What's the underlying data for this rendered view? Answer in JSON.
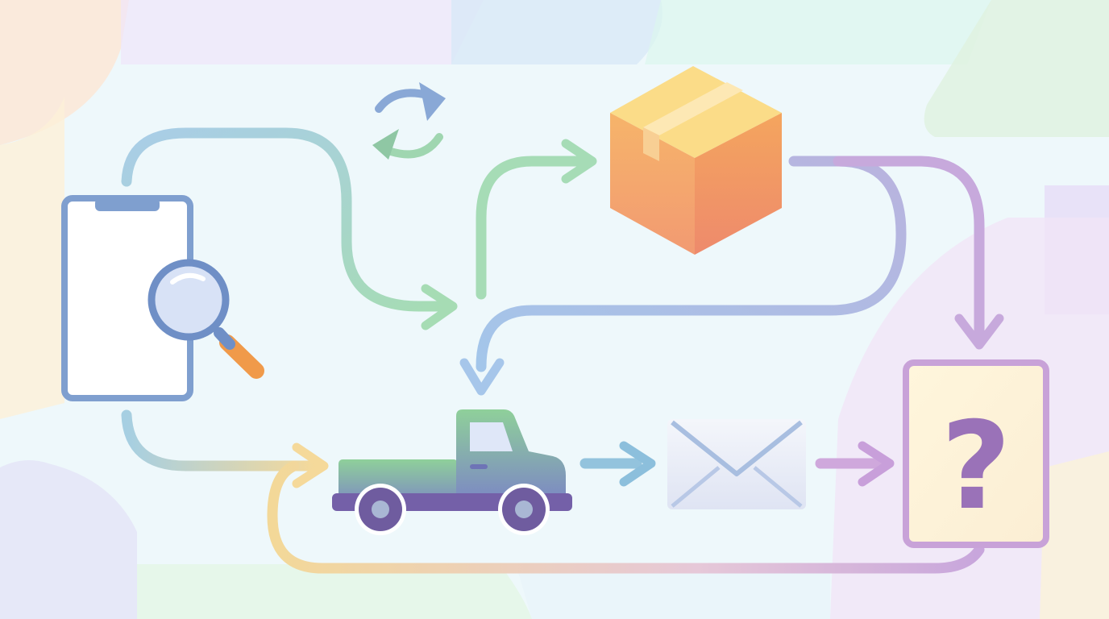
{
  "diagram": {
    "nodes": [
      {
        "id": "phone",
        "icon": "phone-search-icon",
        "kind": "phone with magnifier"
      },
      {
        "id": "box",
        "icon": "package-box-icon",
        "kind": "package"
      },
      {
        "id": "truck",
        "icon": "delivery-truck-icon",
        "kind": "truck"
      },
      {
        "id": "envelope",
        "icon": "envelope-icon",
        "kind": "mail"
      },
      {
        "id": "unknown",
        "icon": "question-card-icon",
        "kind": "question",
        "label": "?"
      },
      {
        "id": "cycle",
        "icon": "refresh-cycle-icon",
        "kind": "refresh"
      }
    ],
    "edges": [
      {
        "from": "phone",
        "to": "truck",
        "color": "#a6cfe0"
      },
      {
        "from": "phone",
        "to": "box",
        "color": "#a6dcb6"
      },
      {
        "from": "box",
        "to": "truck",
        "color": "#a9bde6"
      },
      {
        "from": "box",
        "to": "unknown",
        "color": "#c7a9dc"
      },
      {
        "from": "truck",
        "to": "envelope",
        "color": "#8cbfdc"
      },
      {
        "from": "envelope",
        "to": "unknown",
        "color": "#cfa3dc"
      },
      {
        "from": "unknown",
        "to": "truck",
        "color": "#f0d89a"
      }
    ],
    "colors": {
      "phone_frame": "#7f9fcf",
      "magnifier_handle": "#f09a4a",
      "box_top": "#fbdc88",
      "box_front": "#f3a570",
      "truck_top": "#8ccf9a",
      "truck_bottom": "#7a82c8",
      "question": "#9a72b8",
      "background": "#eef8fb"
    }
  }
}
